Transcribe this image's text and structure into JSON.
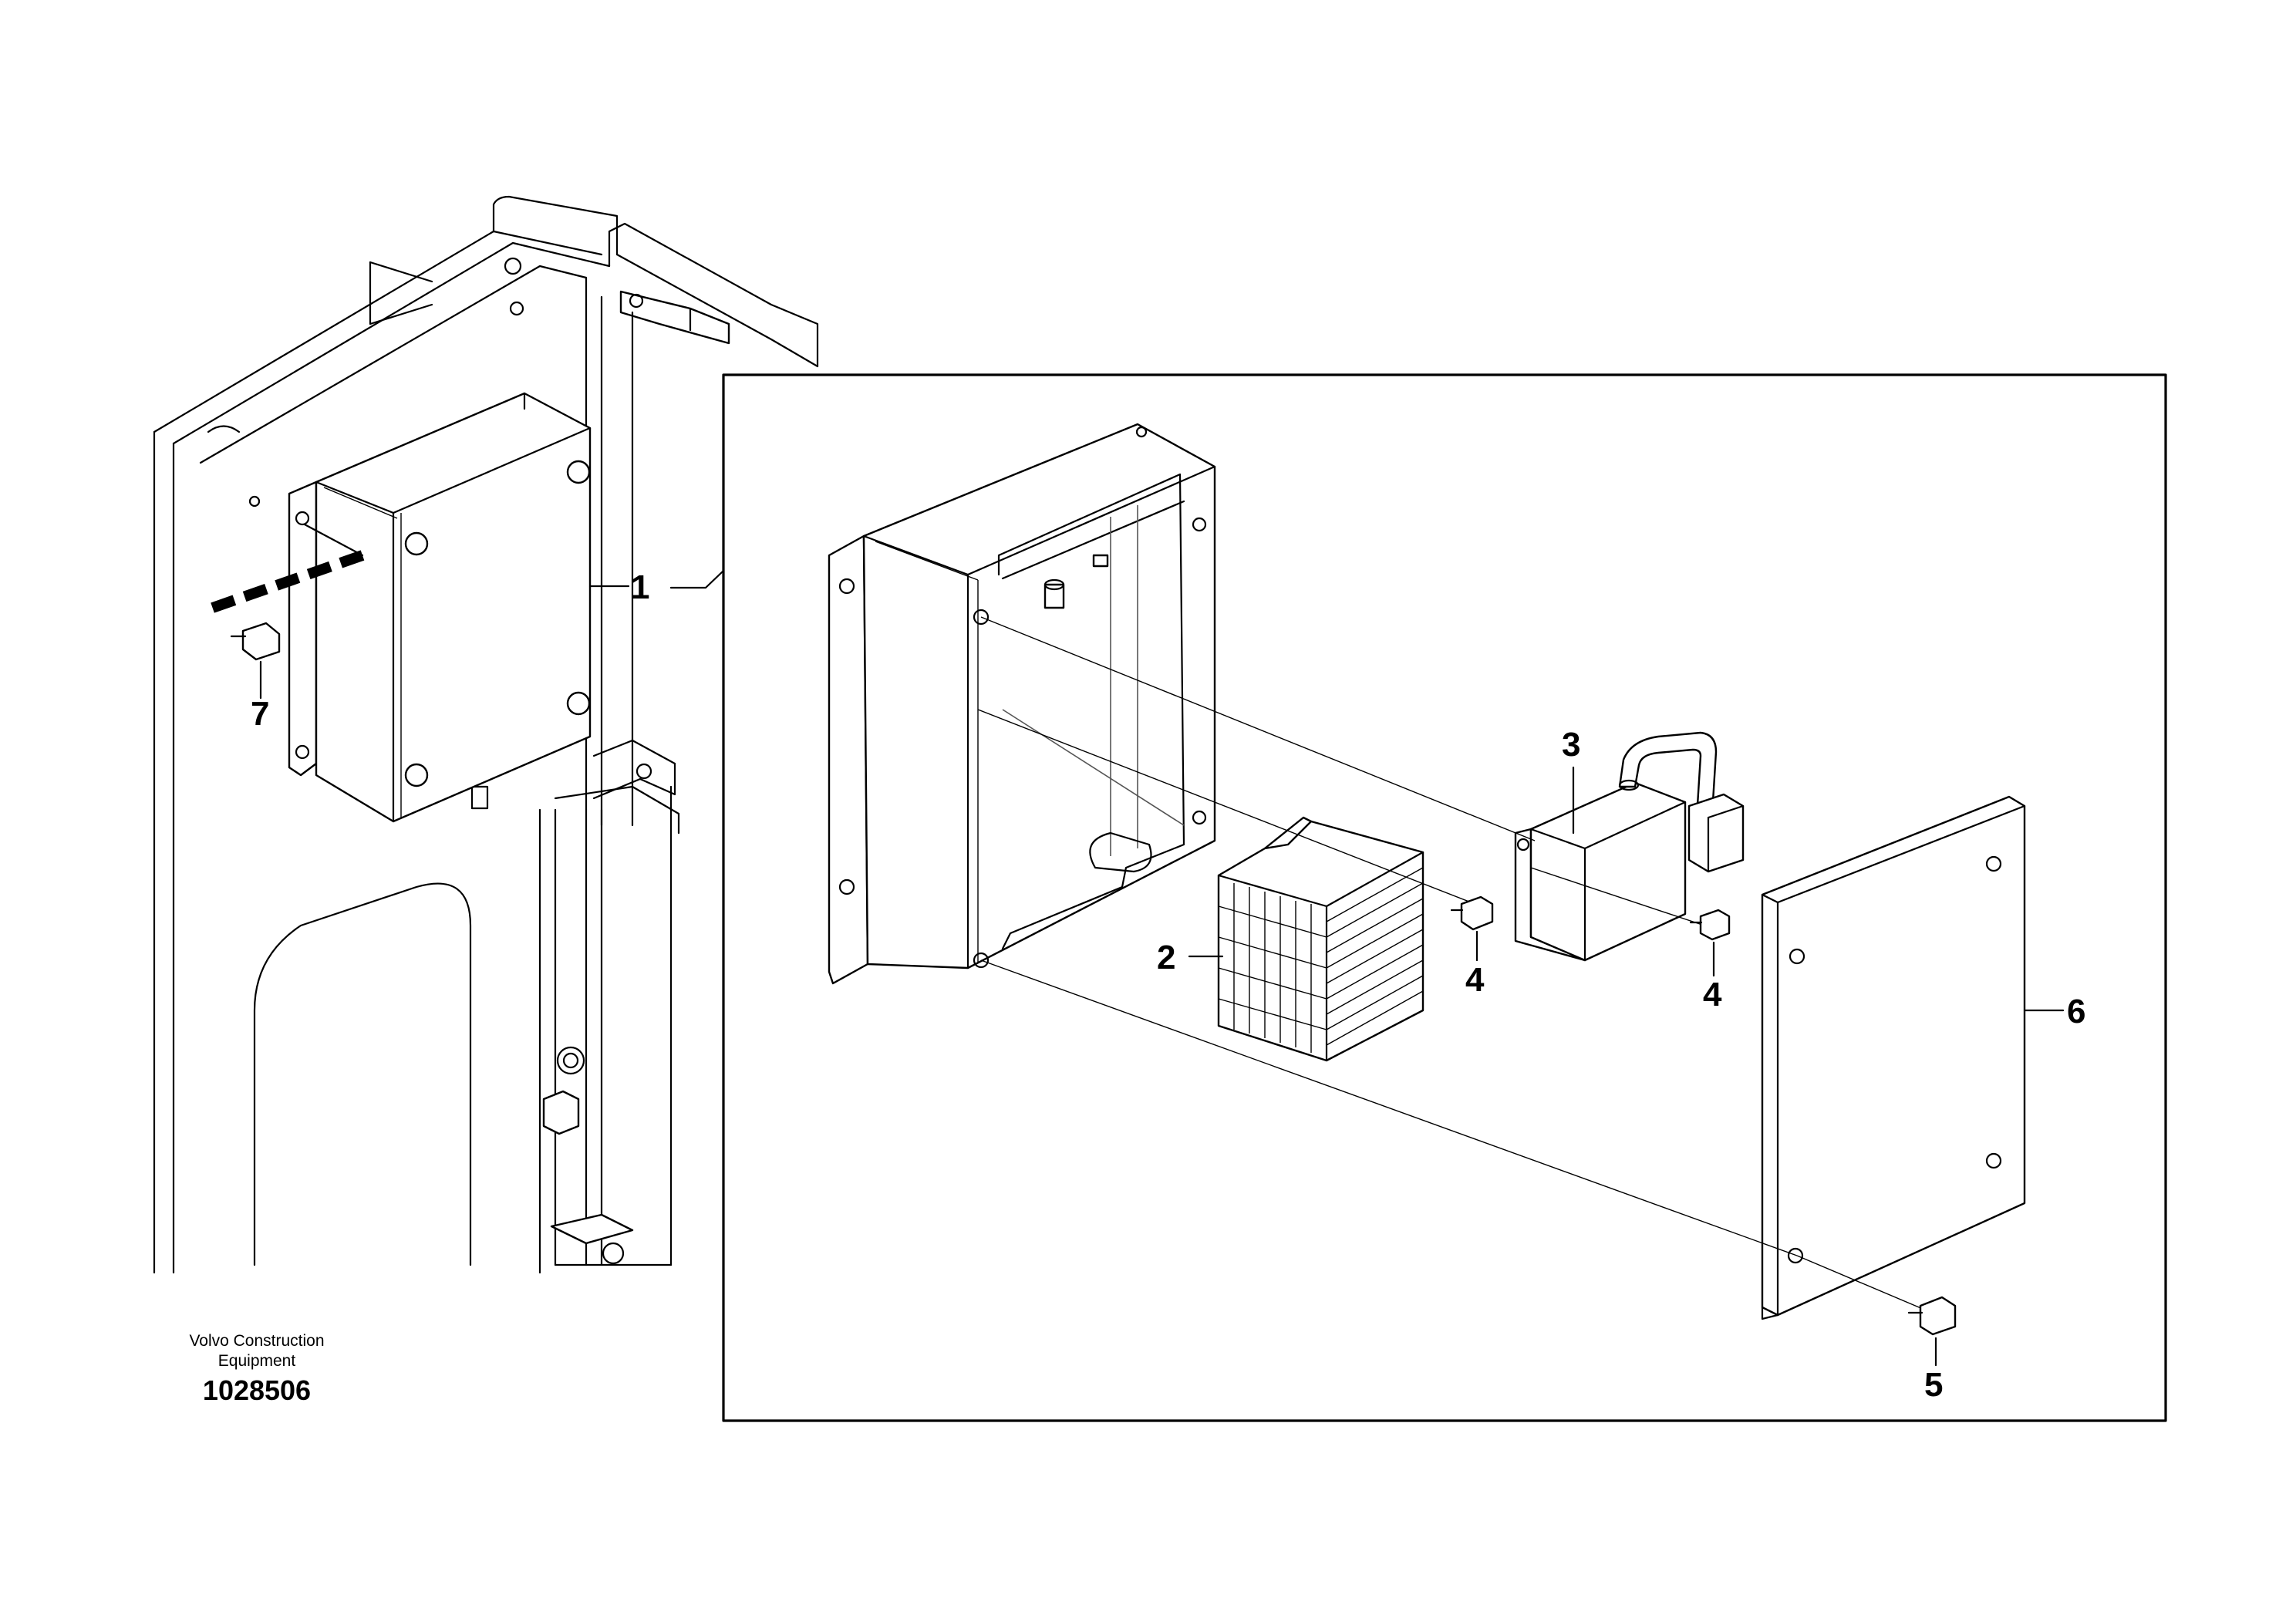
{
  "callouts": {
    "c1": "1",
    "c2": "2",
    "c3": "3",
    "c4a": "4",
    "c4b": "4",
    "c5": "5",
    "c6": "6",
    "c7": "7"
  },
  "footer": {
    "company_line1": "Volvo Construction",
    "company_line2": "Equipment",
    "drawing_number": "1028506"
  },
  "colors": {
    "line": "#000000",
    "background": "#ffffff"
  }
}
